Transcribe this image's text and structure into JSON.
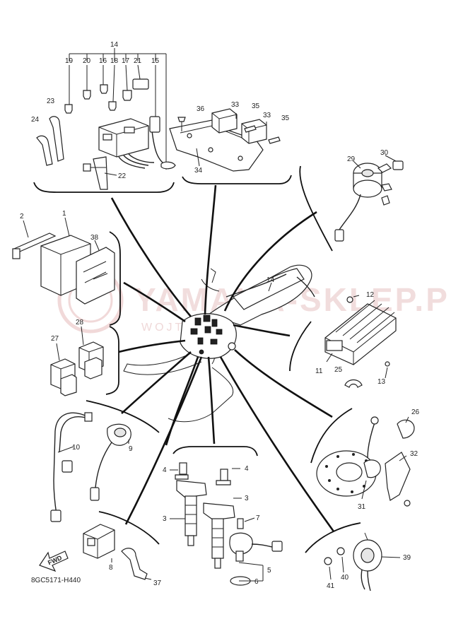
{
  "diagram": {
    "drawing_code": "8GC5171-H440",
    "fwd_label": "FWD",
    "watermark": {
      "brand": "YAMAHA-SKLEP.PL",
      "subtitle": "WOJTEK"
    },
    "callouts": {
      "c1": "1",
      "c2": "2",
      "c3a": "3",
      "c3b": "3",
      "c4a": "4",
      "c4b": "4",
      "c5": "5",
      "c6": "6",
      "c7": "7",
      "c8": "8",
      "c9": "9",
      "c10": "10",
      "c11": "11",
      "c12": "12",
      "c13": "13",
      "c14a": "14",
      "c14b": "14",
      "c15": "15",
      "c16": "16",
      "c17": "17",
      "c18": "18",
      "c19": "19",
      "c20": "20",
      "c21": "21",
      "c22": "22",
      "c23": "23",
      "c24": "24",
      "c25": "25",
      "c26": "26",
      "c27": "27",
      "c28": "28",
      "c29": "29",
      "c30": "30",
      "c31": "31",
      "c32": "32",
      "c33a": "33",
      "c33b": "33",
      "c34": "34",
      "c35a": "35",
      "c35b": "35",
      "c36": "36",
      "c37": "37",
      "c38": "38",
      "c39": "39",
      "c40": "40",
      "c41": "41"
    }
  }
}
